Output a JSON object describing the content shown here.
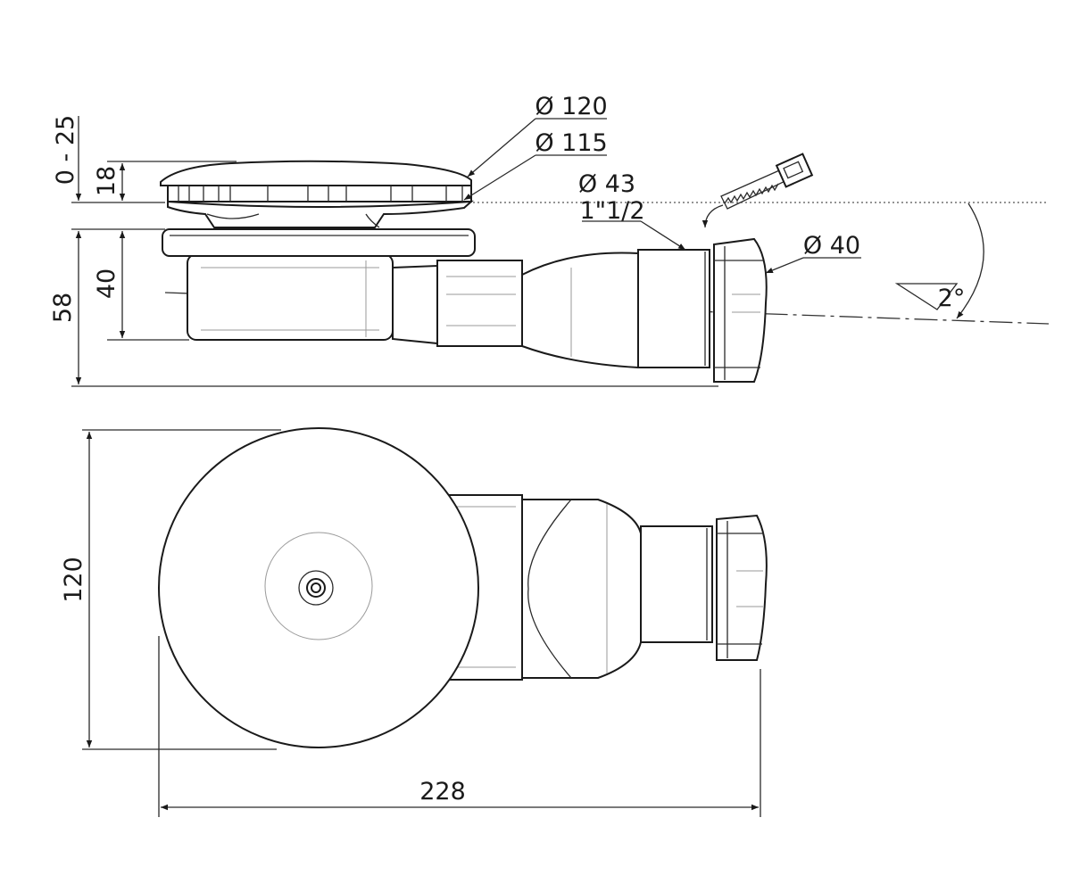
{
  "side_view": {
    "dim_cover_diameter": "Ø 120",
    "dim_flange_diameter": "Ø 115",
    "dim_pipe_diameter": "Ø 43",
    "dim_pipe_thread": "1\"1/2",
    "dim_outlet_diameter": "Ø 40",
    "dim_slope": "2°",
    "dim_adjust_range": "0 - 25",
    "dim_cover_height": "18",
    "dim_body_height": "40",
    "dim_total_height": "58"
  },
  "top_view": {
    "dim_width": "120",
    "dim_length": "228"
  }
}
